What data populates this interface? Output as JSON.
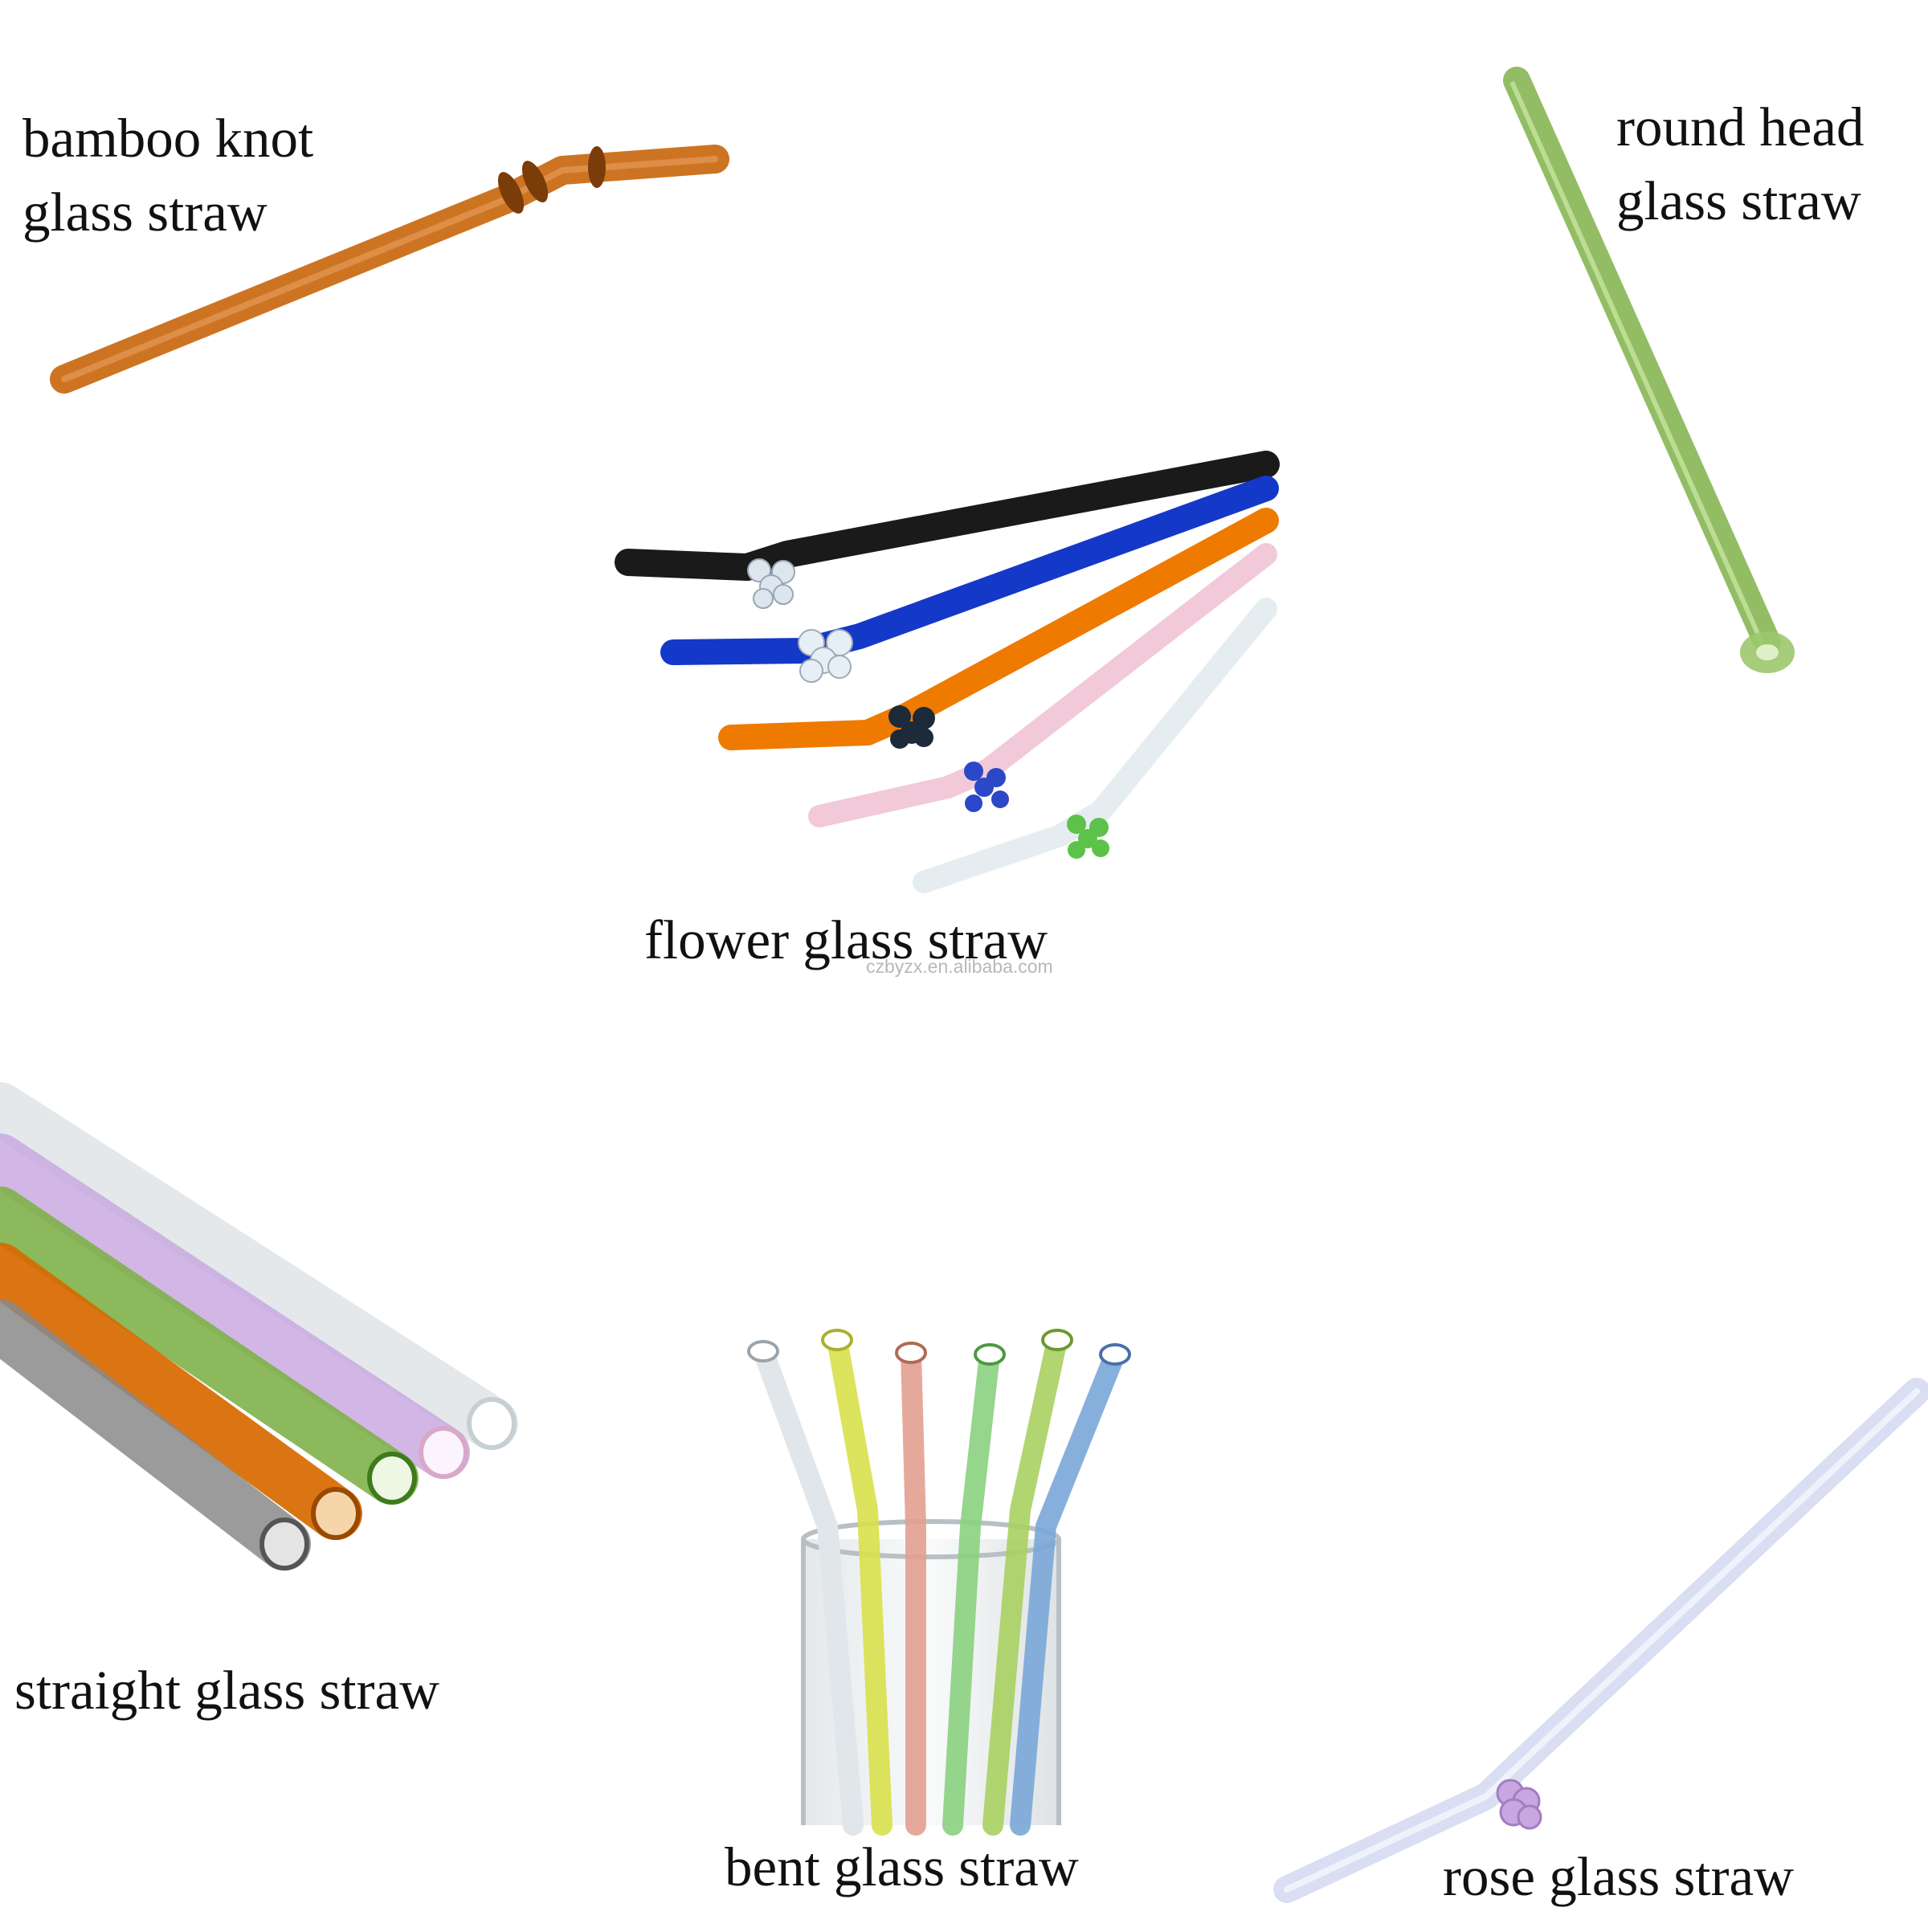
{
  "products": {
    "bamboo_knot": {
      "line1": "bamboo knot",
      "line2": "glass straw"
    },
    "round_head": {
      "line1": "round head",
      "line2": "glass straw"
    },
    "flower": {
      "label": "flower glass straw"
    },
    "straight": {
      "label": "straight glass straw"
    },
    "bent": {
      "label": "bent glass straw"
    },
    "rose": {
      "label": "rose glass straw"
    }
  },
  "watermark": "czbyzx.en.alibaba.com",
  "colors": {
    "amber": "#c9680f",
    "green": "#7fb24a",
    "black": "#1a1a1a",
    "blue": "#1438c8",
    "orange": "#ee7a00",
    "pink": "#f2c9d8",
    "clear": "#e6edf0",
    "purple": "#c8a6e0",
    "lavender": "#d8dcf2",
    "yellow": "#d8e04a",
    "peach": "#e2a090",
    "light_blue": "#7aa6d8",
    "gray": "#8a8a8a"
  }
}
